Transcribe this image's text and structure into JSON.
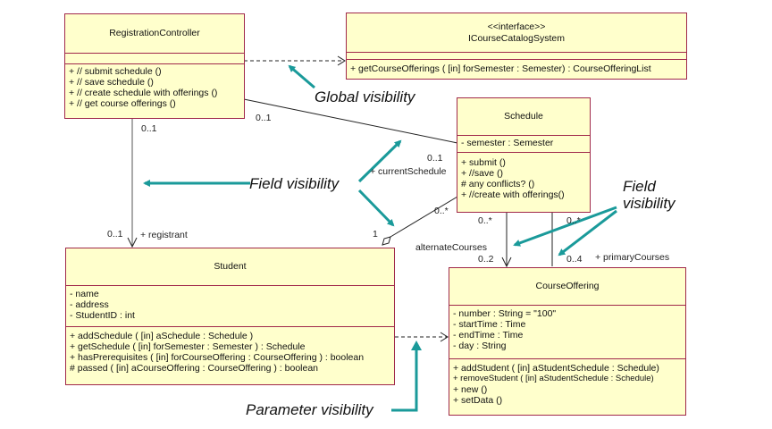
{
  "classes": {
    "registration_controller": {
      "name": "RegistrationController",
      "attributes": [],
      "operations": [
        "+ // submit schedule ()",
        "+ // save schedule ()",
        "+ // create schedule with offerings ()",
        "+ // get course offerings ()"
      ]
    },
    "icourse_catalog_system": {
      "stereotype": "<<interface>>",
      "name": "ICourseCatalogSystem",
      "attributes": [],
      "operations": [
        "+ getCourseOfferings ( [in] forSemester : Semester) : CourseOfferingList"
      ]
    },
    "schedule": {
      "name": "Schedule",
      "attributes": [
        "- semester : Semester"
      ],
      "operations": [
        "+ submit ()",
        "+ //save ()",
        "# any conflicts? ()",
        "+ //create with offerings()"
      ]
    },
    "student": {
      "name": "Student",
      "attributes": [
        "- name",
        "- address",
        "- StudentID : int"
      ],
      "operations": [
        "+ addSchedule ( [in] aSchedule : Schedule )",
        "+ getSchedule ( [in] forSemester : Semester ) : Schedule",
        "+ hasPrerequisites ( [in] forCourseOffering : CourseOffering ) : boolean",
        "# passed ( [in] aCourseOffering : CourseOffering ) : boolean"
      ]
    },
    "course_offering": {
      "name": "CourseOffering",
      "attributes": [
        "- number : String = \"100\"",
        "- startTime : Time",
        "- endTime : Time",
        "- day : String"
      ],
      "operations": [
        "+ addStudent ( [in] aStudentSchedule : Schedule)",
        "+ removeStudent ( [in] aStudentSchedule : Schedule)",
        "+ new ()",
        "+ setData ()"
      ]
    }
  },
  "multiplicities": {
    "rc_schedule": "0..1",
    "rc_student_top": "0..1",
    "rc_student_bottom": "0..1",
    "registrant": "+ registrant",
    "schedule_current": "0..1",
    "current_schedule": "+ currentSchedule",
    "schedule_student_many": "0..*",
    "student_one": "1",
    "alt_top": "0..*",
    "alternate_courses": "alternateCourses",
    "alt_bottom": "0..2",
    "prim_top": "0..*",
    "prim_bottom": "0..4",
    "primary_courses": "+ primaryCourses"
  },
  "annotations": {
    "global_visibility": "Global visibility",
    "field_visibility_left": "Field visibility",
    "field_visibility_right_1": "Field",
    "field_visibility_right_2": "visibility",
    "parameter_visibility": "Parameter visibility"
  },
  "colors": {
    "class_fill": "#ffffcc",
    "class_border": "#a0284a",
    "annotation_arrow": "#1a9a9a"
  }
}
